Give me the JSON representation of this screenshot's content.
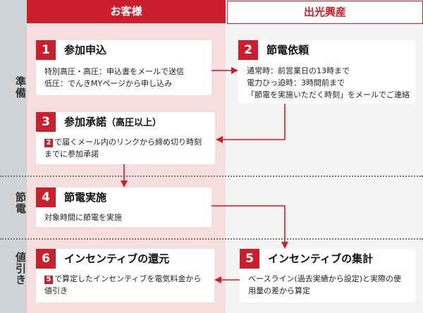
{
  "lanes": {
    "customer": "お客様",
    "company": "出光興産"
  },
  "phases": {
    "prep": "準備",
    "saving": "節電",
    "discount": "値引き"
  },
  "steps": [
    {
      "num": "1",
      "title": "参加申込",
      "suffix": "",
      "lines": [
        "特別高圧・高圧：申込書をメールで送信",
        "低圧：でんきMYページから申し込み"
      ]
    },
    {
      "num": "2",
      "title": "節電依頼",
      "suffix": "",
      "lines": [
        "通常時：前営業日の13時まで",
        "電力ひっ迫時：3時間前まで",
        "「節電を実施いただく時刻」をメールでご連絡"
      ]
    },
    {
      "num": "3",
      "title": "参加承諾",
      "suffix": "（高圧以上）",
      "ref": "2",
      "lines": [
        "で届くメール内のリンクから締め切り時刻",
        "までに参加承諾"
      ]
    },
    {
      "num": "4",
      "title": "節電実施",
      "suffix": "",
      "lines": [
        "対象時間に節電を実施"
      ]
    },
    {
      "num": "5",
      "title": "インセンティブの集計",
      "suffix": "",
      "lines": [
        "ベースライン(過去実績から設定)と実際の使",
        "用量の差から算定"
      ]
    },
    {
      "num": "6",
      "title": "インセンティブの還元",
      "suffix": "",
      "ref": "5",
      "lines": [
        "で算定したインセンティブを電気料金から",
        "値引き"
      ]
    }
  ],
  "colors": {
    "accent": "#cc1f2e",
    "customer_lane": "#f7dede",
    "company_lane": "#f3f3f3",
    "phase_column": "#cfd3d6"
  }
}
